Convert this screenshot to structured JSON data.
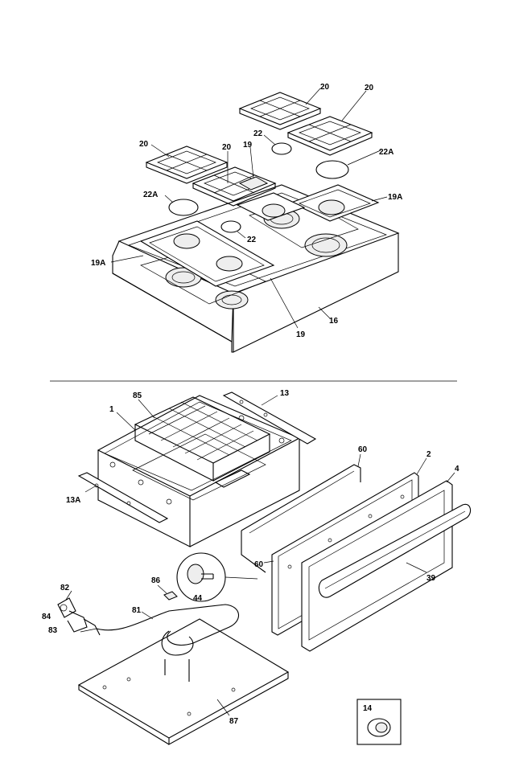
{
  "diagram": {
    "callouts": {
      "c20a": "20",
      "c20b": "20",
      "c20c": "20",
      "c20d": "20",
      "c22a": "22",
      "c22b": "22",
      "c22Aa": "22A",
      "c22Ab": "22A",
      "c19a": "19",
      "c19b": "19",
      "c19Aa": "19A",
      "c19Ab": "19A",
      "c16": "16",
      "c85": "85",
      "c13": "13",
      "c1": "1",
      "c13A": "13A",
      "c60a": "60",
      "c60b": "60",
      "c2": "2",
      "c4": "4",
      "c39": "39",
      "c86": "86",
      "c44": "44",
      "c82": "82",
      "c84": "84",
      "c83": "83",
      "c81": "81",
      "c87": "87",
      "c14": "14"
    }
  }
}
